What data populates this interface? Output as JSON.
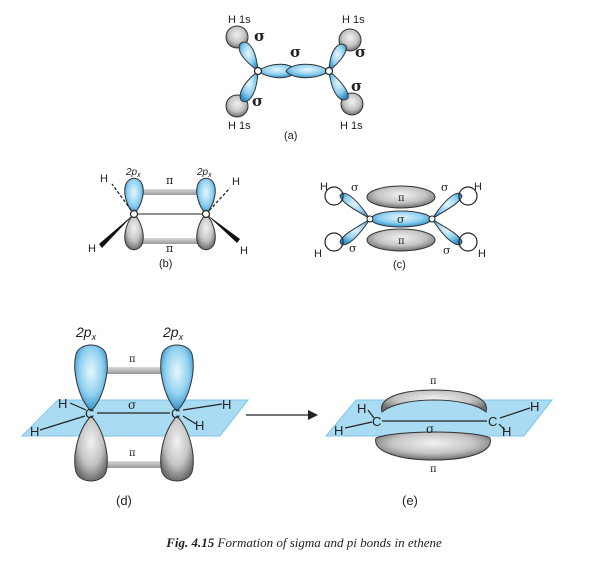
{
  "colors": {
    "orbital_blue": "#9fd8f2",
    "orbital_blue_dark": "#2f8fc7",
    "orbital_grey": "#c9c9c9",
    "orbital_grey_dark": "#6f6f6f",
    "plane": "#a9dcf3",
    "line": "#222222"
  },
  "panel_a": {
    "tag": "(a)",
    "h_label": "H 1s",
    "sigma": "σ"
  },
  "panel_b": {
    "tag": "(b)",
    "p_label": "2p",
    "p_sub": "x",
    "pi": "π",
    "h": "H"
  },
  "panel_c": {
    "tag": "(c)",
    "pi": "π",
    "sigma": "σ",
    "h": "H"
  },
  "panel_d": {
    "tag": "(d)",
    "p_label": "2p",
    "p_sub": "x",
    "pi": "π",
    "sigma": "σ",
    "h": "H",
    "c": "C"
  },
  "panel_e": {
    "tag": "(e)",
    "pi": "π",
    "sigma": "σ",
    "h": "H",
    "c": "C"
  },
  "caption": {
    "label": "Fig. 4.15",
    "text": "Formation of sigma and pi bonds in ethene"
  }
}
